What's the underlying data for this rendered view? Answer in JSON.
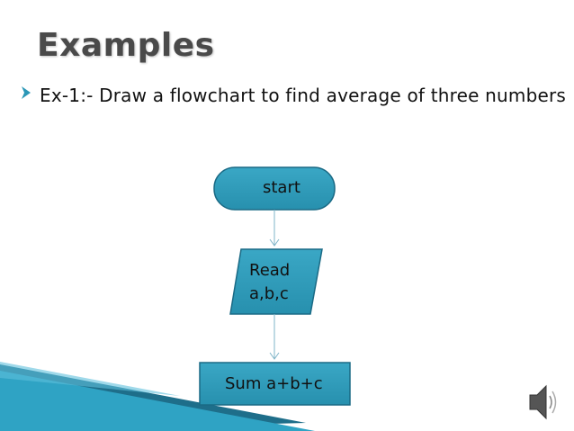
{
  "slide": {
    "title": "Examples",
    "bullet": "Ex-1:- Draw a flowchart to find average of three numbers"
  },
  "flowchart": {
    "start_label": "start",
    "read_line1": "Read",
    "read_line2": "a,b,c",
    "sum_label": "Sum a+b+c"
  },
  "colors": {
    "shape_fill": "#2b97b6",
    "shape_border": "#1a6a85",
    "arrow": "#7fb4c8",
    "decor_dark": "#1e6e8a",
    "decor_light": "#2fa3c4"
  },
  "icons": [
    "bullet-arrow-icon",
    "speaker-icon"
  ]
}
